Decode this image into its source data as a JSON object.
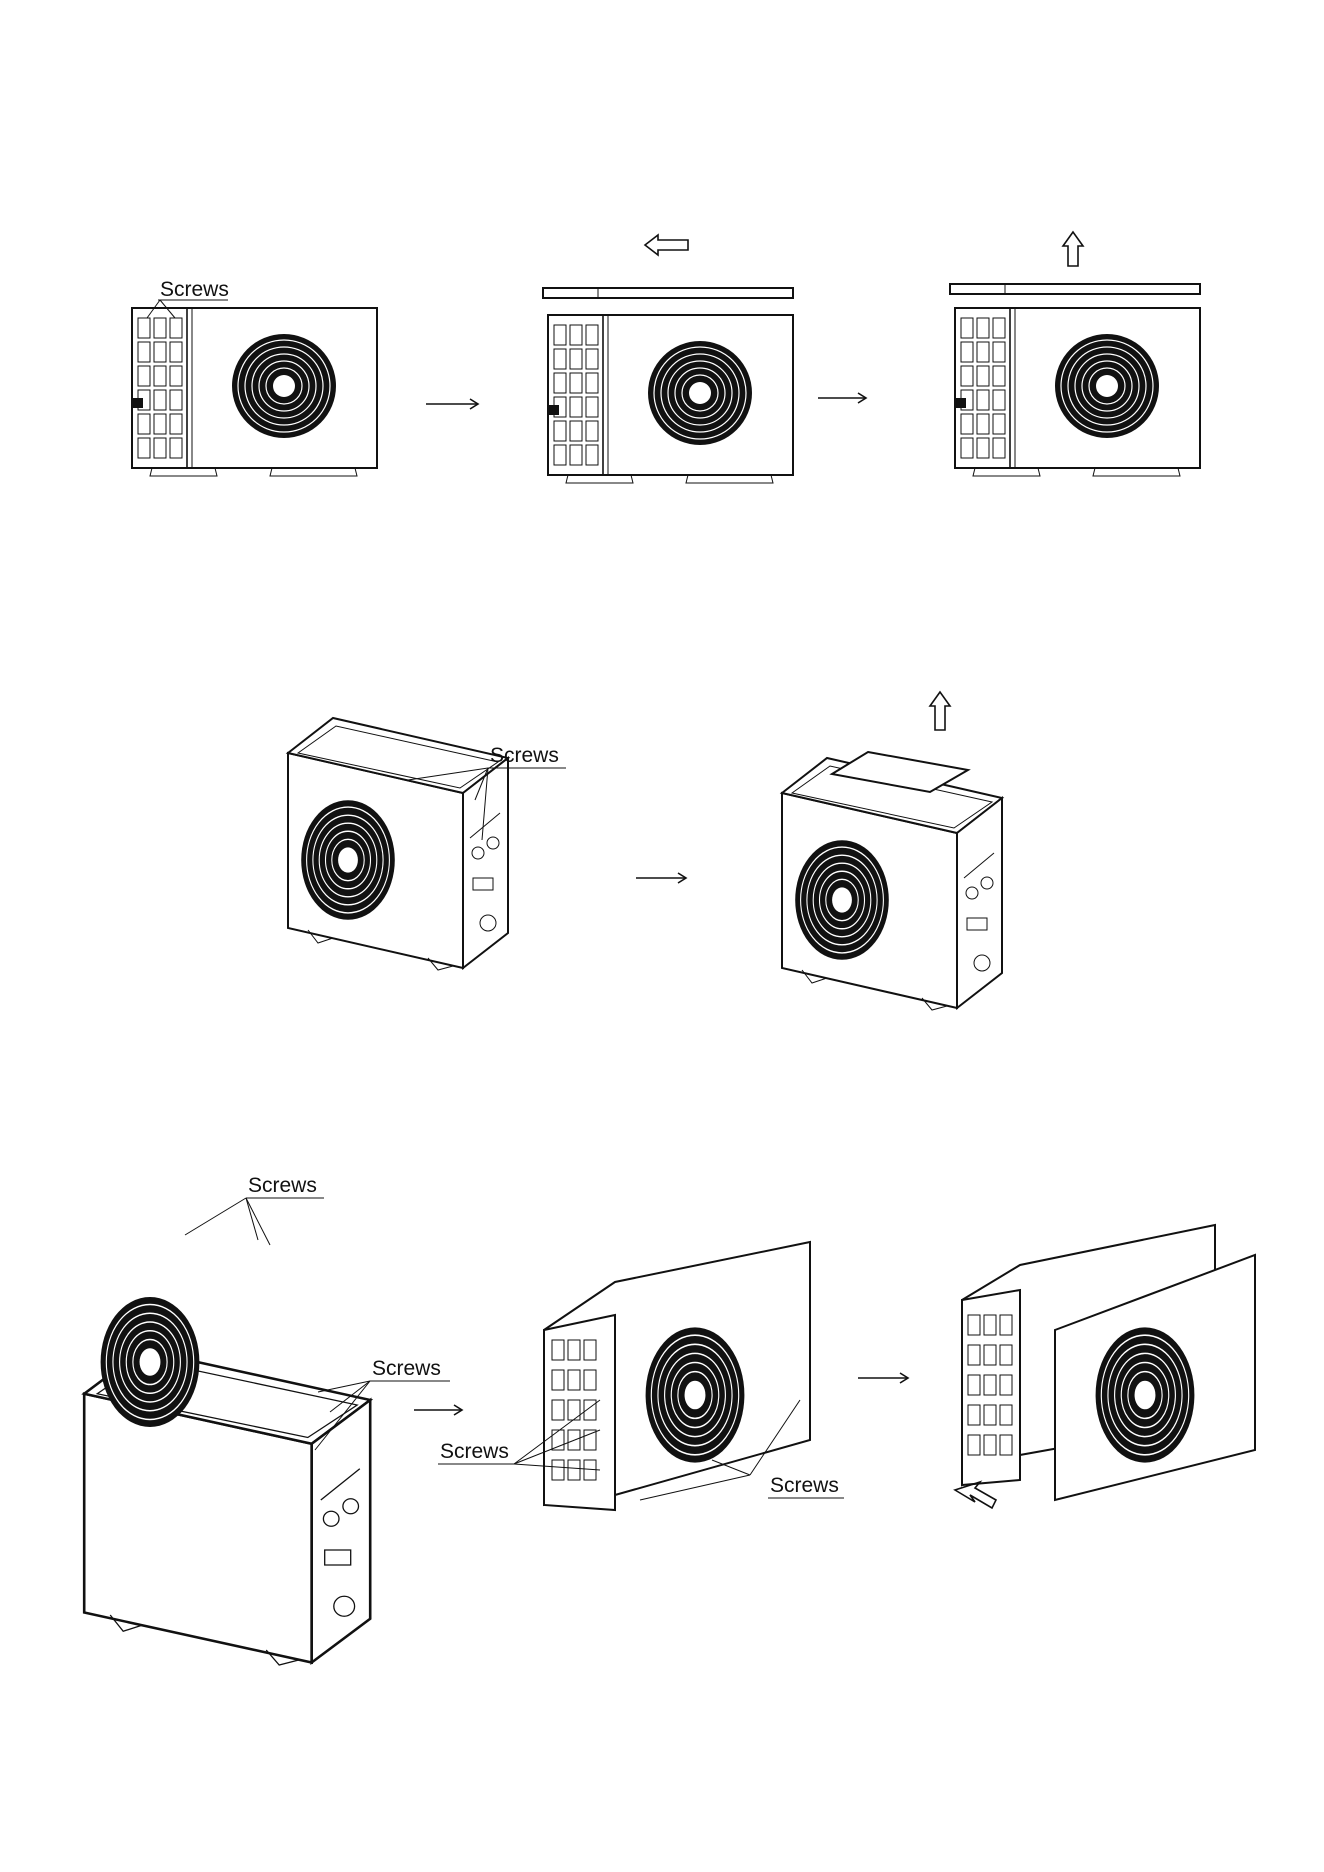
{
  "labels": {
    "screws": "Screws"
  },
  "diagram": {
    "row1_steps": 3,
    "row2_steps": 2,
    "row3_steps": 3
  }
}
